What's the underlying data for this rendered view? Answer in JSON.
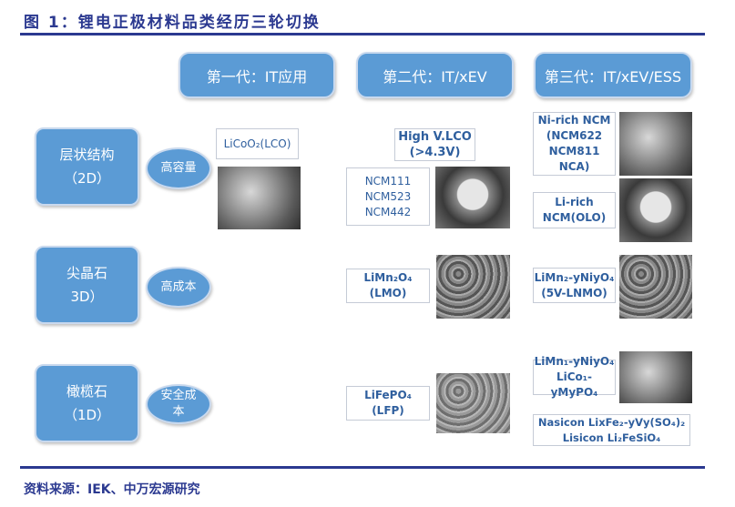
{
  "title": "图 1：锂电正极材料品类经历三轮切换",
  "source": "资料来源：IEK、中万宏源研究",
  "generations": [
    "第一代：IT应用",
    "第二代：IT/xEV",
    "第三代：IT/xEV/ESS"
  ],
  "categories": [
    {
      "name": "层状结构",
      "dim": "（2D）",
      "trait": "高容量"
    },
    {
      "name": "尖晶石",
      "dim": "3D）",
      "trait": "高成本"
    },
    {
      "name": "橄榄石",
      "dim": "（1D）",
      "trait": "安全成本"
    }
  ],
  "materials": {
    "lco": "LiCoO₂(LCO)",
    "hvlco": [
      "High V.LCO",
      "(>4.3V)"
    ],
    "ncm": [
      "NCM111",
      "NCM523",
      "NCM442"
    ],
    "lmo": [
      "LiMn₂O₄",
      "(LMO)"
    ],
    "lfp": [
      "LiFePO₄",
      "(LFP)"
    ],
    "nirich": [
      "Ni-rich NCM",
      "(NCM622",
      "NCM811",
      "NCA)"
    ],
    "lirich": [
      "Li-rich",
      "NCM(OLO)"
    ],
    "lnmo": [
      "LiMn₂-yNiyO₄",
      "(5V-LNMO)"
    ],
    "olivine3": [
      "LiMn₁-yNiyO₄",
      "LiCo₁-yMyPO₄"
    ],
    "nasicon": [
      "Nasicon LixFe₂-yVy(SO₄)₂",
      "Lisicon Li₂FeSiO₄"
    ]
  },
  "colors": {
    "accent": "#2b3990",
    "box": "#5b9bd5",
    "chem_text": "#2f5f9e"
  }
}
